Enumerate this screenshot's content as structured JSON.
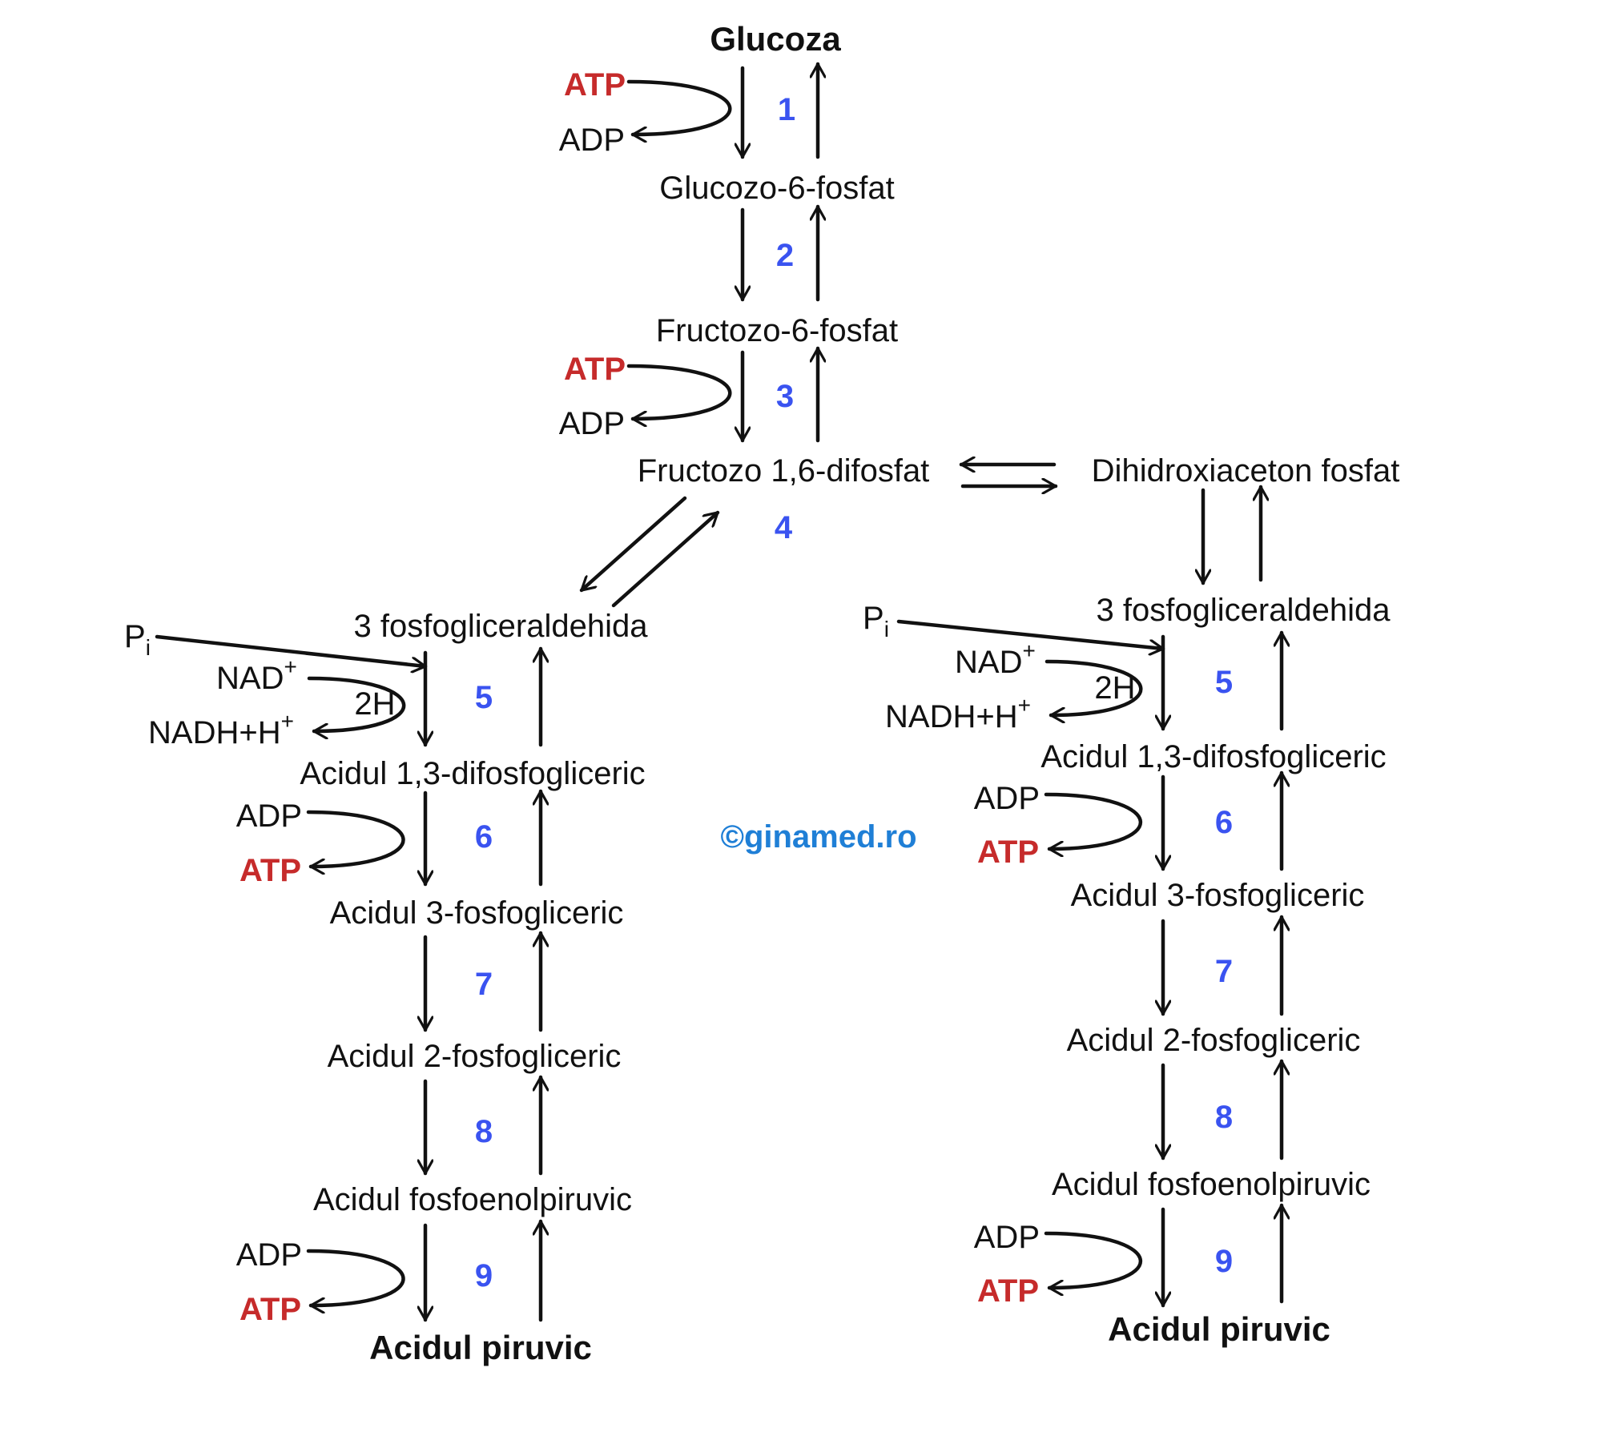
{
  "colors": {
    "atp": "#c62b2b",
    "step": "#3a53f0",
    "watermark": "#1f7fd6",
    "line": "#111111"
  },
  "top": {
    "glucose": "Glucoza",
    "g6p": "Glucozo-6-fosfat",
    "f6p": "Fructozo-6-fosfat",
    "f16bp": "Fructozo 1,6-difosfat",
    "dhap": "Dihidroxiaceton fosfat",
    "step1": "1",
    "step2": "2",
    "step3": "3",
    "step4": "4",
    "atp1": "ATP",
    "adp1": "ADP",
    "atp3": "ATP",
    "adp3": "ADP"
  },
  "left": {
    "g3p": "3 fosfogliceraldehida",
    "bpg": "Acidul 1,3-difosfogliceric",
    "pg3": "Acidul 3-fosfogliceric",
    "pg2": "Acidul 2-fosfogliceric",
    "pep": "Acidul fosfoenolpiruvic",
    "pyruvate": "Acidul piruvic",
    "pi": "P",
    "pi_sub": "i",
    "nad": "NAD",
    "nad_sup": "+",
    "nadh": "NADH+H",
    "nadh_sup": "+",
    "h2": "2H",
    "adp6": "ADP",
    "atp6": "ATP",
    "adp9": "ADP",
    "atp9": "ATP",
    "step5": "5",
    "step6": "6",
    "step7": "7",
    "step8": "8",
    "step9": "9"
  },
  "right": {
    "g3p": "3 fosfogliceraldehida",
    "bpg": "Acidul 1,3-difosfogliceric",
    "pg3": "Acidul 3-fosfogliceric",
    "pg2": "Acidul 2-fosfogliceric",
    "pep": "Acidul fosfoenolpiruvic",
    "pyruvate": "Acidul piruvic",
    "pi": "P",
    "pi_sub": "i",
    "nad": "NAD",
    "nad_sup": "+",
    "nadh": "NADH+H",
    "nadh_sup": "+",
    "h2": "2H",
    "adp6": "ADP",
    "atp6": "ATP",
    "adp9": "ADP",
    "atp9": "ATP",
    "step5": "5",
    "step6": "6",
    "step7": "7",
    "step8": "8",
    "step9": "9"
  },
  "watermark": "©ginamed.ro"
}
